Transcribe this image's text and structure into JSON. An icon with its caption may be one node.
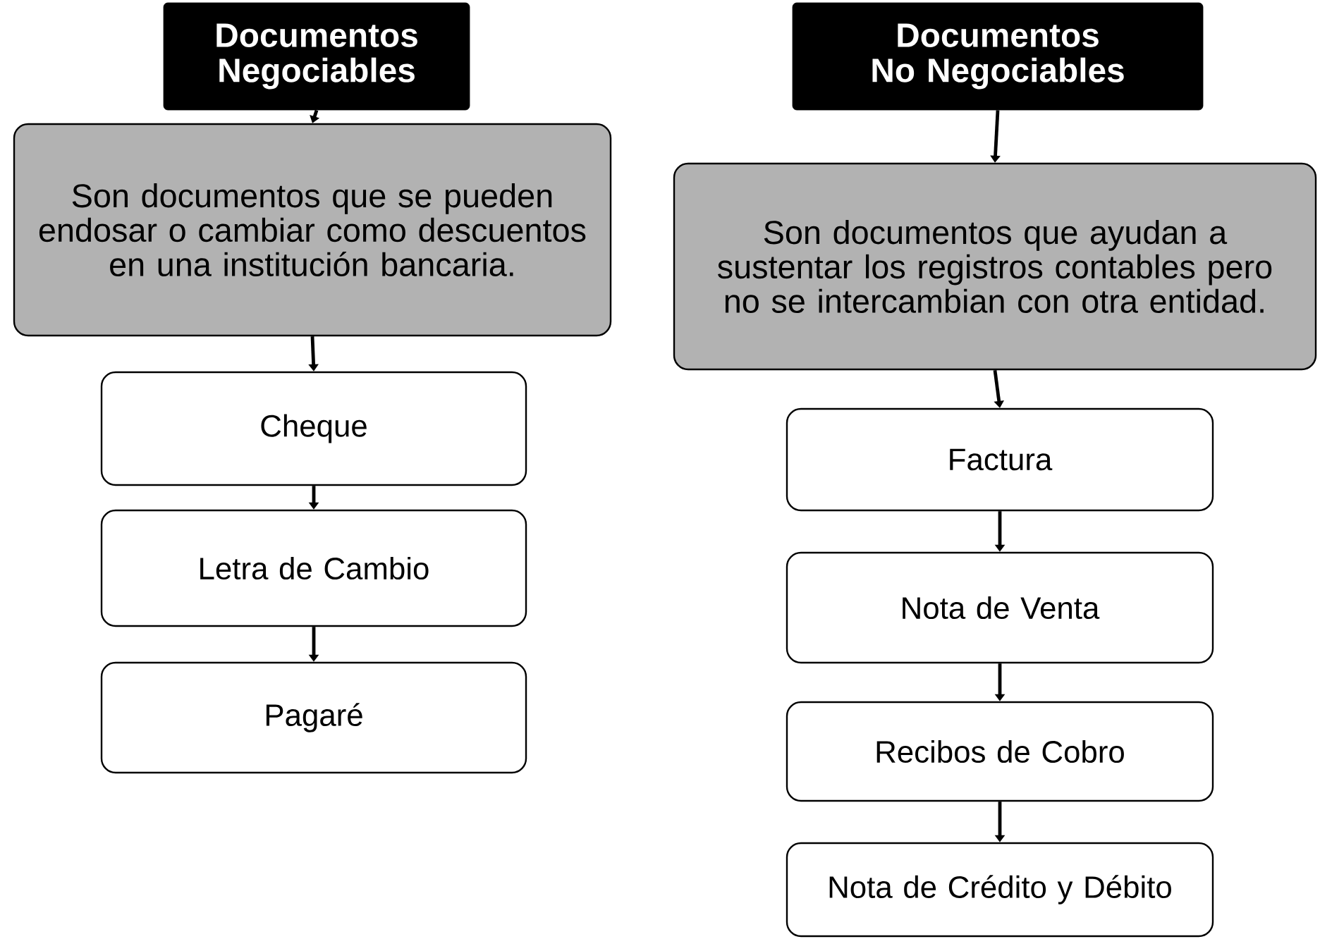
{
  "diagram": {
    "nodes": [
      {
        "text": [
          "Documentos Negociables"
        ]
      },
      {
        "text": [
          "Son documentos que se pueden endosar o cambiar como descuentos en una institución bancaria."
        ]
      },
      {
        "text": [
          "Cheque"
        ]
      },
      {
        "text": [
          "Letra de Cambio"
        ]
      },
      {
        "text": [
          "Pagaré"
        ]
      },
      {
        "text": [
          "Documentos No Negociables"
        ]
      },
      {
        "text": [
          "Son documentos que ayudan a sustentar los registros contables pero no se intercambian con otra entidad."
        ]
      },
      {
        "text": [
          "Factura"
        ]
      },
      {
        "text": [
          "Nota de Venta"
        ]
      },
      {
        "text": [
          "Recibos de Cobro"
        ]
      },
      {
        "text": [
          "Nota de Crédito y Débito"
        ]
      }
    ],
    "edges": [
      {
        "from": 0,
        "to": 1,
        "arrow": "to"
      },
      {
        "from": 1,
        "to": 2,
        "arrow": "to"
      },
      {
        "from": 2,
        "to": 3,
        "arrow": "to"
      },
      {
        "from": 3,
        "to": 4,
        "arrow": "to"
      },
      {
        "from": 5,
        "to": 6,
        "arrow": "to"
      },
      {
        "from": 6,
        "to": 7,
        "arrow": "to"
      },
      {
        "from": 7,
        "to": 8,
        "arrow": "to"
      },
      {
        "from": 8,
        "to": 9,
        "arrow": "to"
      },
      {
        "from": 9,
        "to": 10,
        "arrow": "to"
      }
    ]
  }
}
